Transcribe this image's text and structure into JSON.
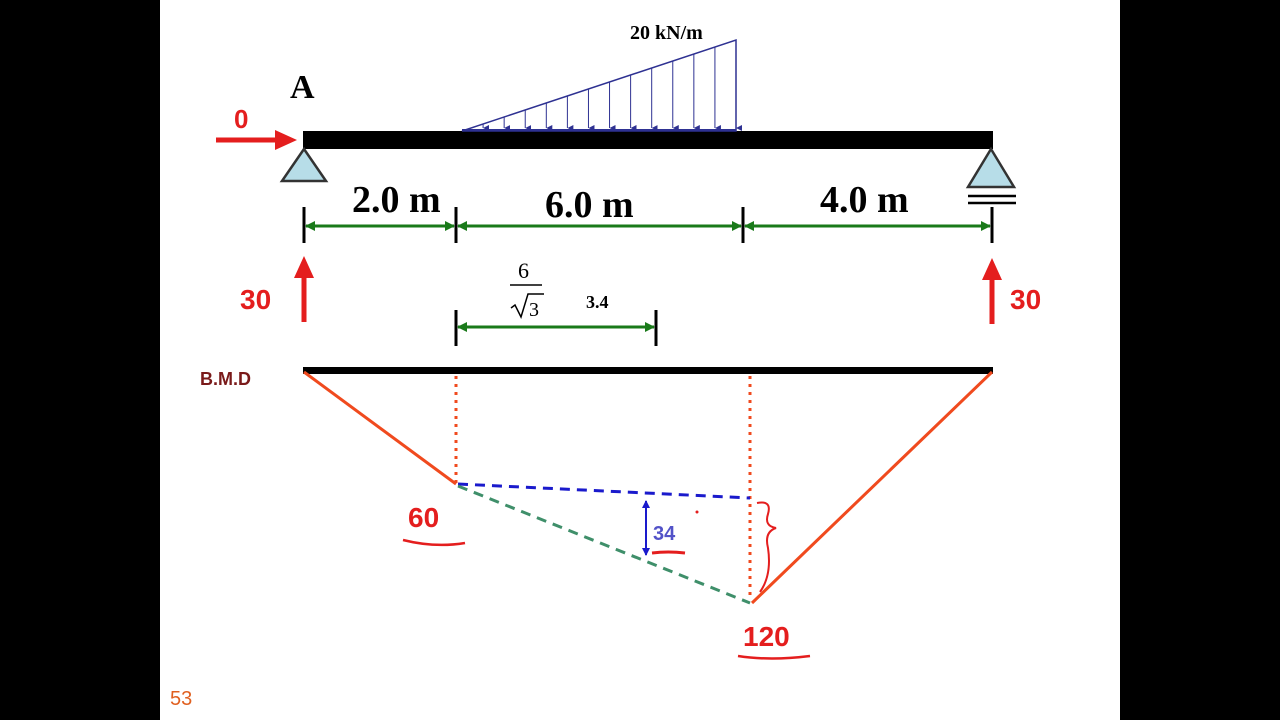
{
  "point_label": "A",
  "load_label": "20 kN/m",
  "horizontal_reaction": "0",
  "spans": [
    "2.0 m",
    "6.0 m",
    "4.0 m"
  ],
  "left_reaction": "30",
  "right_reaction": "30",
  "fraction": {
    "numerator": "6",
    "radical": "3"
  },
  "sub_dimension": "3.4",
  "bmd_label": "B.M.D",
  "moment_values": [
    "60",
    "120"
  ],
  "offset_value": "34",
  "page_number": "53",
  "colors": {
    "beam": "#000000",
    "load": "#2e3192",
    "dimension": "#1a7a1a",
    "reaction": "#e41e1e",
    "bmd_line": "#f04a1e",
    "bmd_label": "#7a1a1a",
    "support": "#b7dde8",
    "chord_blue": "#1a1acc",
    "chord_green": "#3f8f6a",
    "annotation": "#e41e1e",
    "page_number": "#e06020"
  }
}
